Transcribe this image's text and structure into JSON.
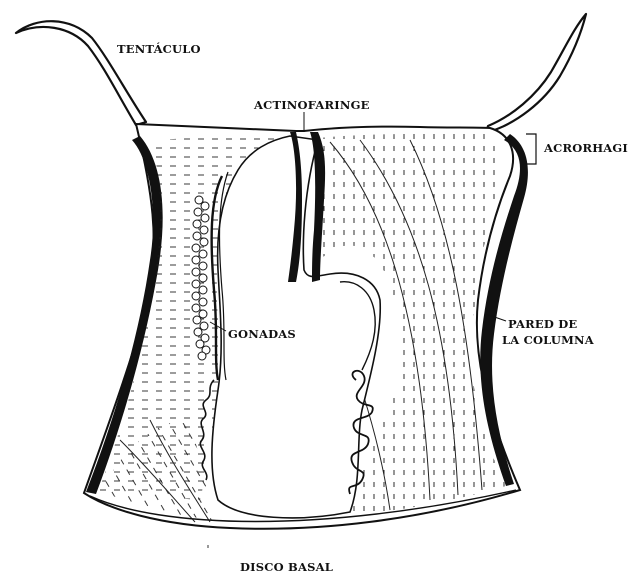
{
  "labels": {
    "tentaculo": "TENTÁCULO",
    "actinofaringe": "ACTINOFARINGE",
    "acrorhagi": "ACRORHAGI",
    "gonadas": "GONADAS",
    "pared_line1": "PARED DE",
    "pared_line2": "LA COLUMNA",
    "disco_basal": "DISCO BASAL"
  },
  "colors": {
    "ink": "#111111",
    "background": "#ffffff"
  }
}
